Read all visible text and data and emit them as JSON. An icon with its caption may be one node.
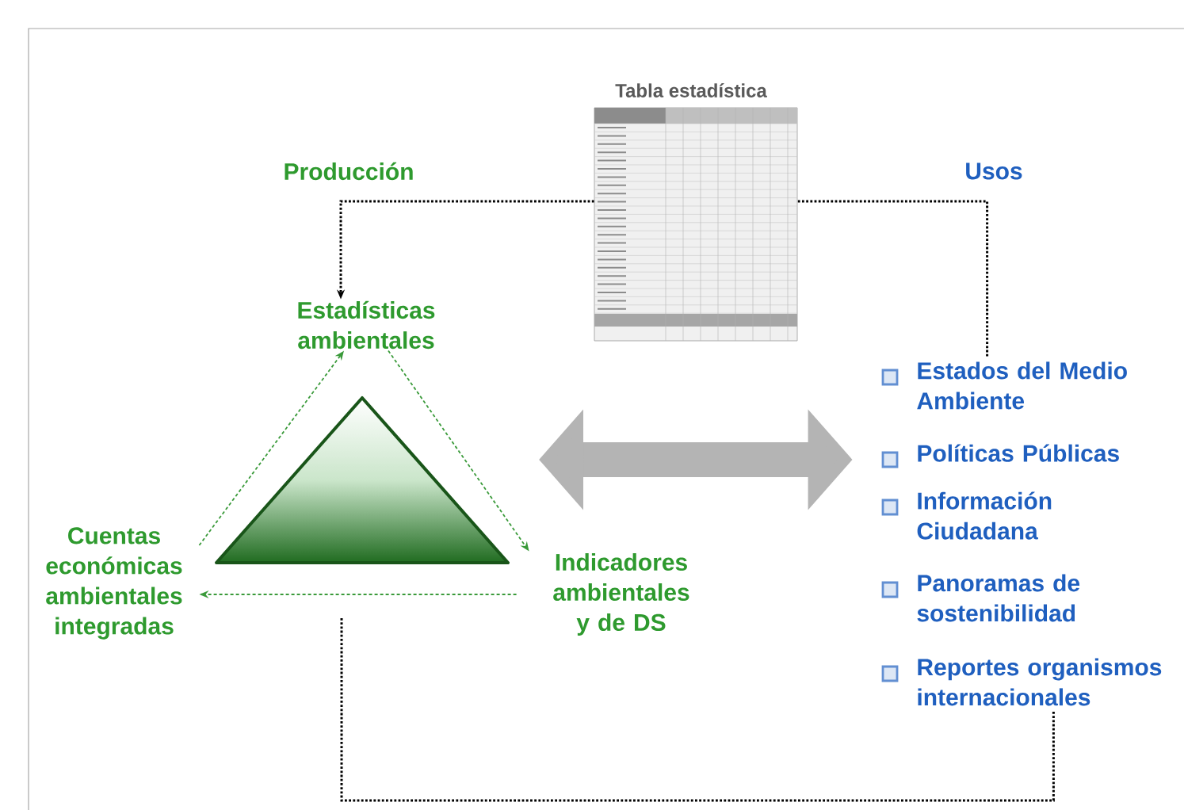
{
  "diagram": {
    "nodes": [
      {
        "text": [
          "Estadísticas ambientales"
        ]
      },
      {
        "text": [
          "Cuentas económicas ambientales integradas"
        ]
      },
      {
        "text": [
          "Indicadores ambientales y de DS"
        ]
      },
      {
        "text": [
          "Tabla estadística"
        ]
      },
      {
        "text": [
          "Estados del Medio Ambiente",
          "Políticas Públicas",
          "Información Ciudadana",
          "Panoramas de sostenibilidad",
          "Reportes organismos internacionales"
        ]
      }
    ],
    "edges": [
      {
        "from": 4,
        "to": 3,
        "arrow": "none",
        "style": "dashed"
      },
      {
        "from": 3,
        "to": 0,
        "arrow": "to",
        "style": "dashed"
      },
      {
        "from": 1,
        "to": 0,
        "arrow": "to",
        "style": "dashed",
        "color": "#3a9a3a"
      },
      {
        "from": 0,
        "to": 2,
        "arrow": "to",
        "style": "dashed",
        "color": "#3a9a3a"
      },
      {
        "from": 2,
        "to": 1,
        "arrow": "to",
        "style": "dashed",
        "color": "#3a9a3a"
      },
      {
        "from": null,
        "to": 4,
        "arrow": "both",
        "style": "thick",
        "color": "#b4b4b4"
      },
      {
        "from": null,
        "to": 4,
        "arrow": "none",
        "style": "dashed"
      }
    ],
    "labels": [
      "Producción",
      "Usos"
    ]
  }
}
